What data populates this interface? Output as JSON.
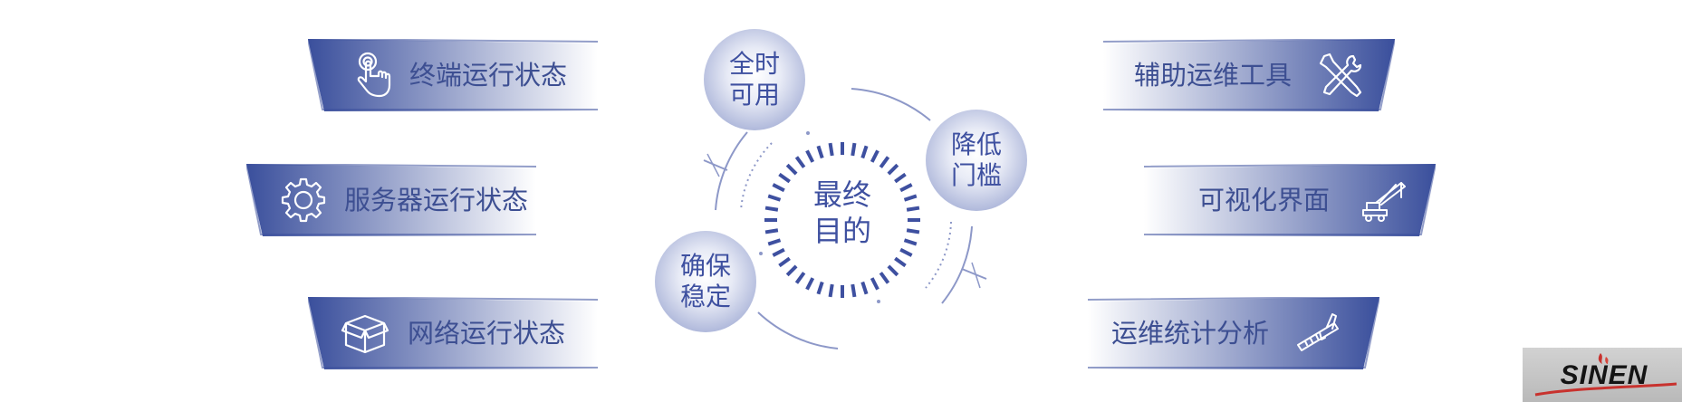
{
  "center": {
    "line1": "最终",
    "line2": "目的"
  },
  "bubbles": {
    "top": {
      "line1": "全时",
      "line2": "可用"
    },
    "right": {
      "line1": "降低",
      "line2": "门槛"
    },
    "left": {
      "line1": "确保",
      "line2": "稳定"
    }
  },
  "left_items": [
    {
      "label": "终端运行状态",
      "icon": "touch-hand-icon"
    },
    {
      "label": "服务器运行状态",
      "icon": "gear-icon"
    },
    {
      "label": "网络运行状态",
      "icon": "box-icon"
    }
  ],
  "right_items": [
    {
      "label": "辅助运维工具",
      "icon": "tools-icon"
    },
    {
      "label": "可视化界面",
      "icon": "crane-icon"
    },
    {
      "label": "运维统计分析",
      "icon": "caliper-icon"
    }
  ],
  "logo": {
    "text": "SINEN"
  },
  "colors": {
    "accent": "#3e50a0",
    "banner_dark": "#3a4f9c",
    "banner_light": "#ffffff"
  }
}
